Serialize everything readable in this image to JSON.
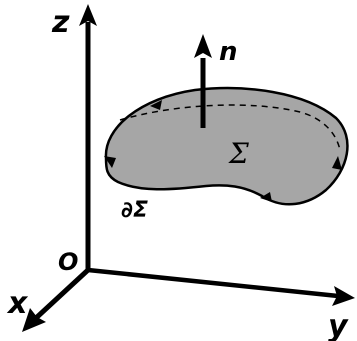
{
  "axes": {
    "z_label": "z",
    "y_label": "y",
    "x_label": "x",
    "origin_label": "O"
  },
  "surface": {
    "label": "Σ",
    "boundary_label": "∂Σ",
    "normal_label": "n",
    "fill_color": "#a6a6a6",
    "edge_color": "#000000"
  }
}
